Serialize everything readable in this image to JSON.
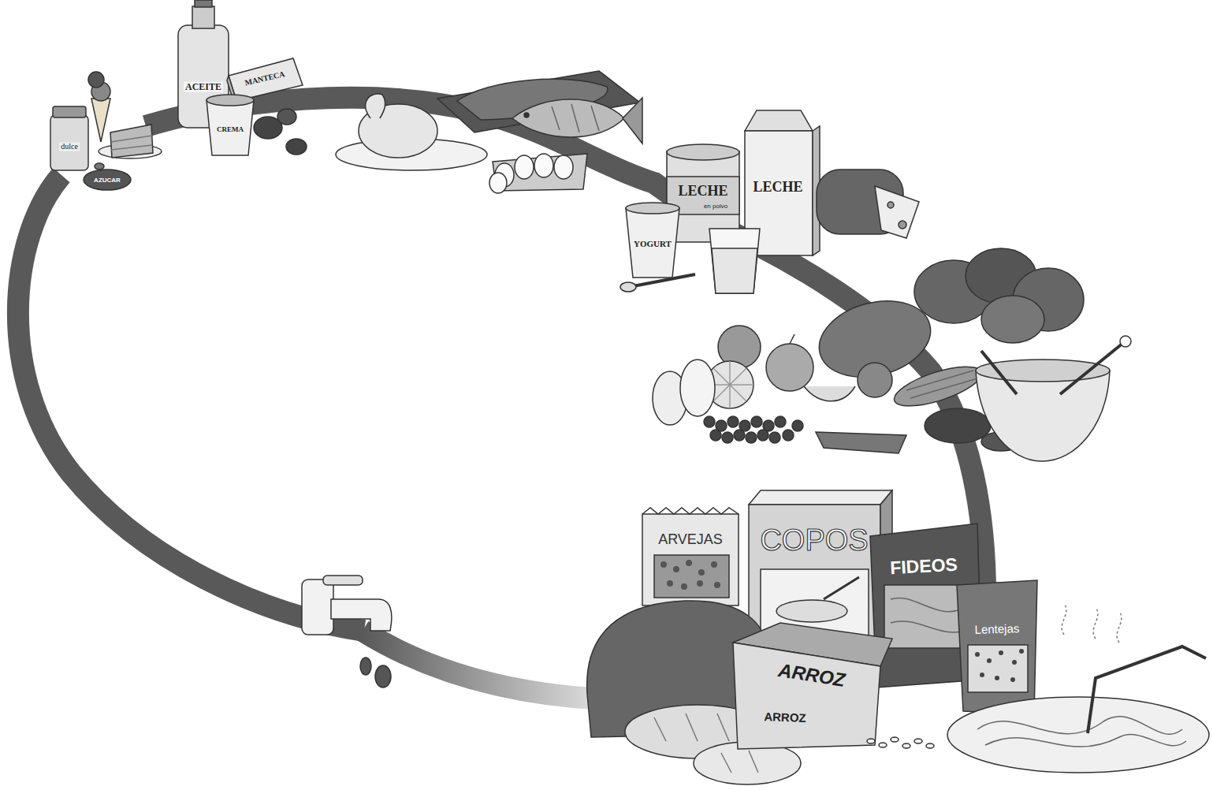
{
  "diagram": {
    "labels": [
      "dulce",
      "AZUCAR",
      "ACEITE",
      "MANTECA",
      "CREMA",
      "LECHE",
      "en polvo",
      "LECHE",
      "YOGURT",
      "ARVEJAS",
      "COPOS",
      "FIDEOS",
      "Lentejas",
      "ARROZ",
      "ARROZ"
    ]
  }
}
